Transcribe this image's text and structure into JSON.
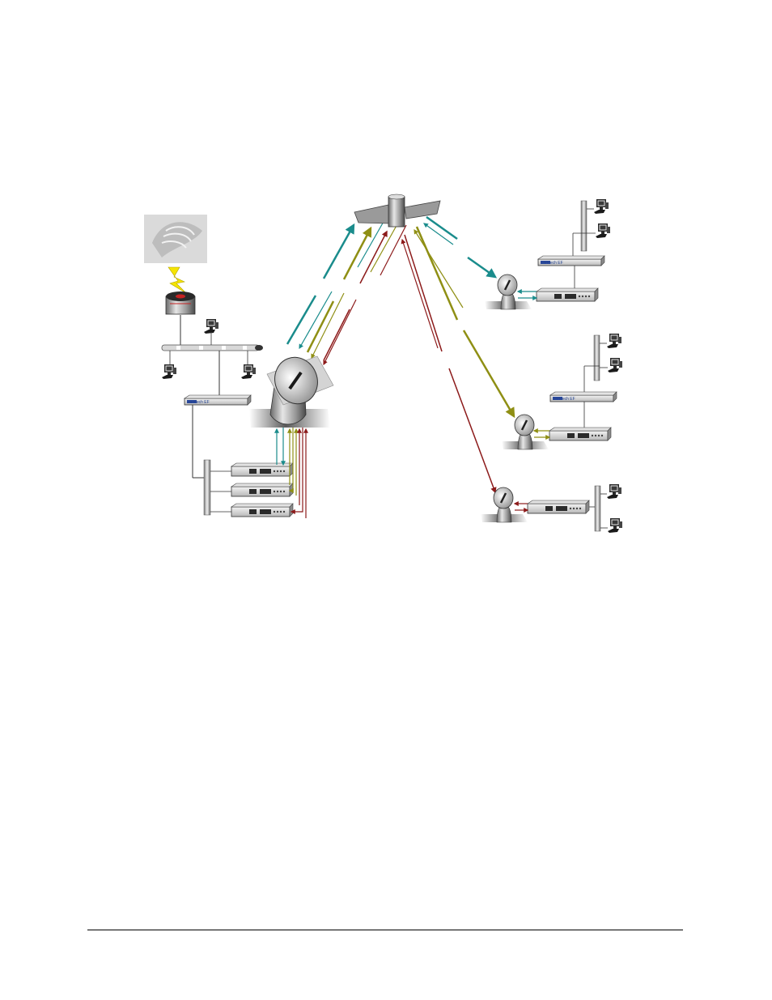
{
  "diagram": {
    "type": "satellite-network",
    "colors": {
      "teal": "#1a8c8c",
      "olive": "#8f8f14",
      "maroon": "#8c1a1a",
      "lightning": "#f5e400",
      "rack_blue": "#2c4a9c"
    },
    "nodes": {
      "satellite": {
        "icon": "satellite-icon"
      },
      "hub_antenna": {
        "icon": "dish-antenna-icon"
      },
      "internet_cloud": {
        "icon": "map-cloud-icon"
      },
      "router": {
        "icon": "router-icon"
      },
      "remote_sites": [
        {
          "name": "remote-site-1",
          "beam": "teal"
        },
        {
          "name": "remote-site-2",
          "beam": "olive"
        },
        {
          "name": "remote-site-3",
          "beam": "maroon"
        }
      ]
    },
    "hub_modems": [
      {
        "name": "hub-modem-1",
        "beam": "teal"
      },
      {
        "name": "hub-modem-2",
        "beam": "olive"
      },
      {
        "name": "hub-modem-3",
        "beam": "maroon"
      }
    ],
    "device_brand_text": "comtech EF"
  }
}
